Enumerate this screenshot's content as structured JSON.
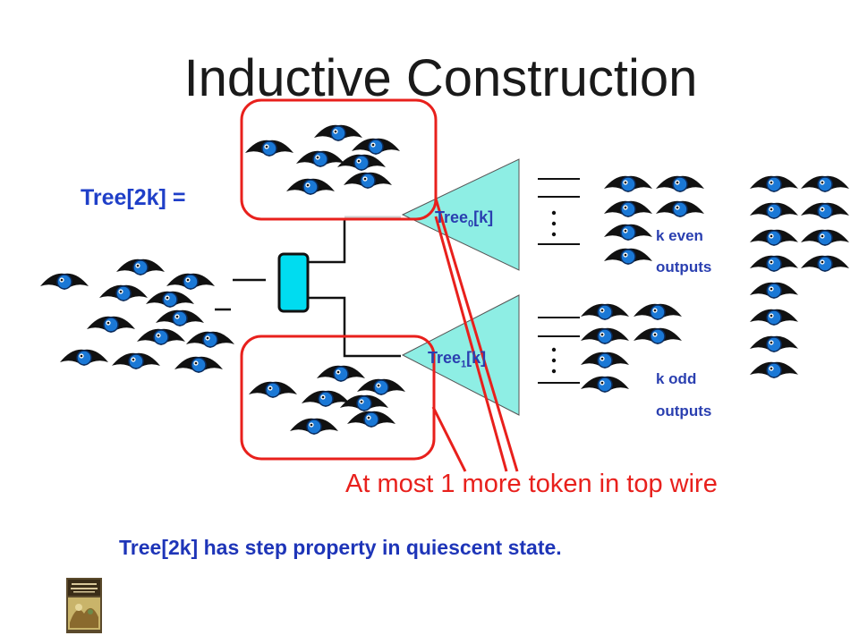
{
  "title": "Inductive Construction",
  "labels": {
    "tree_eq": "Tree[2k] =",
    "tree0_prefix": "Tree",
    "tree0_sub": "0",
    "tree0_suffix": "[k]",
    "tree1_prefix": "Tree",
    "tree1_sub": "1",
    "tree1_suffix": "[k]",
    "even_line1": "k even",
    "even_line2": "outputs",
    "odd_line1": "k odd",
    "odd_line2": "outputs",
    "callout": "At most 1 more token in top wire",
    "conclusion": "Tree[2k] has step property in quiescent state."
  },
  "colors": {
    "token": "#1a78d6",
    "balancer": "#00dcf0",
    "tree_fill": "#8eeee4",
    "callout": "#e8201c",
    "label_blue": "#1f3fc8"
  },
  "icons": {
    "token": "bird-token-icon",
    "book": "book-cover-icon"
  }
}
